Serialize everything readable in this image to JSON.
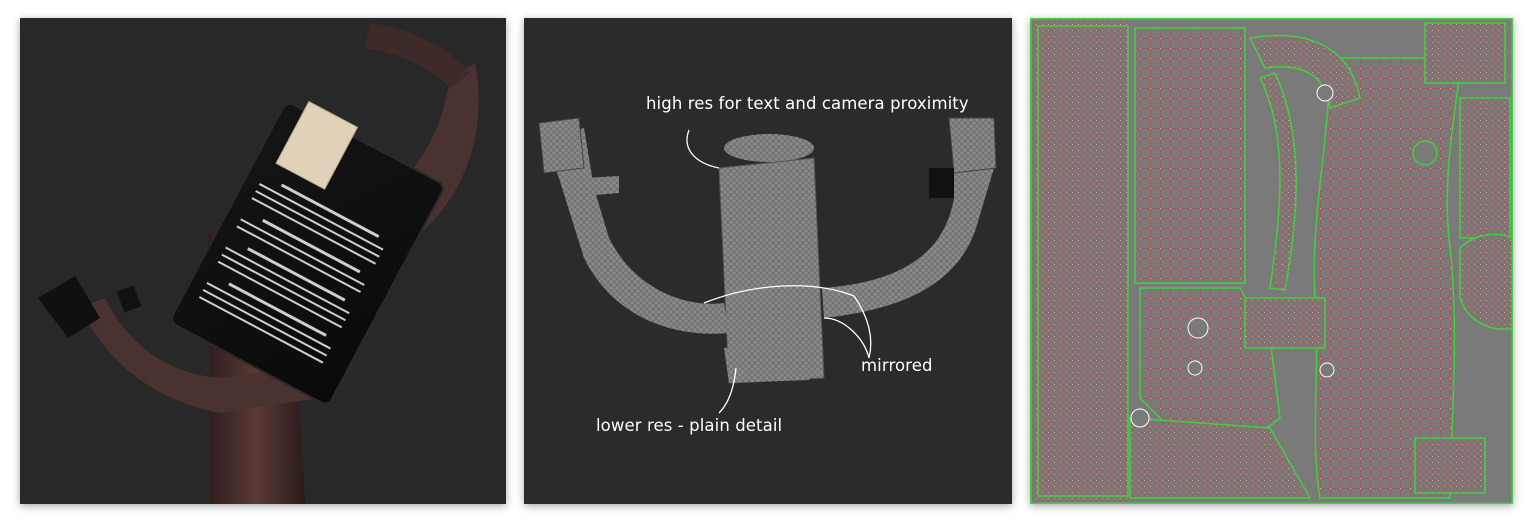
{
  "panels": [
    {
      "id": "render-view",
      "description_kind": "yoke-checklist-render"
    },
    {
      "id": "wireframe-view",
      "description_kind": "yoke-wireframe"
    },
    {
      "id": "uv-layout-view",
      "description_kind": "uv-unwrap"
    }
  ],
  "annotations": {
    "high_res": "high res for text and camera proximity",
    "mirrored": "mirrored",
    "lower_res": "lower res - plain detail"
  },
  "colors": {
    "page_bg": "#ffffff",
    "render_bg": "#282828",
    "wire_bg": "#2b2b2b",
    "uv_bg": "#7a7a7a",
    "yoke_brown": "#4a3230",
    "uv_green": "#3fd23f",
    "uv_red": "#c43a3a",
    "mesh_gray": "#8e8e8e"
  }
}
